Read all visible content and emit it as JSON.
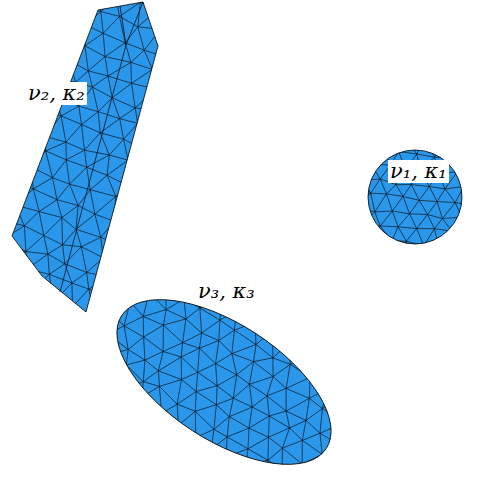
{
  "diagram": {
    "labels": [
      "ν₂, κ₂",
      "ν₁, κ₁",
      "ν₃, κ₃"
    ]
  }
}
